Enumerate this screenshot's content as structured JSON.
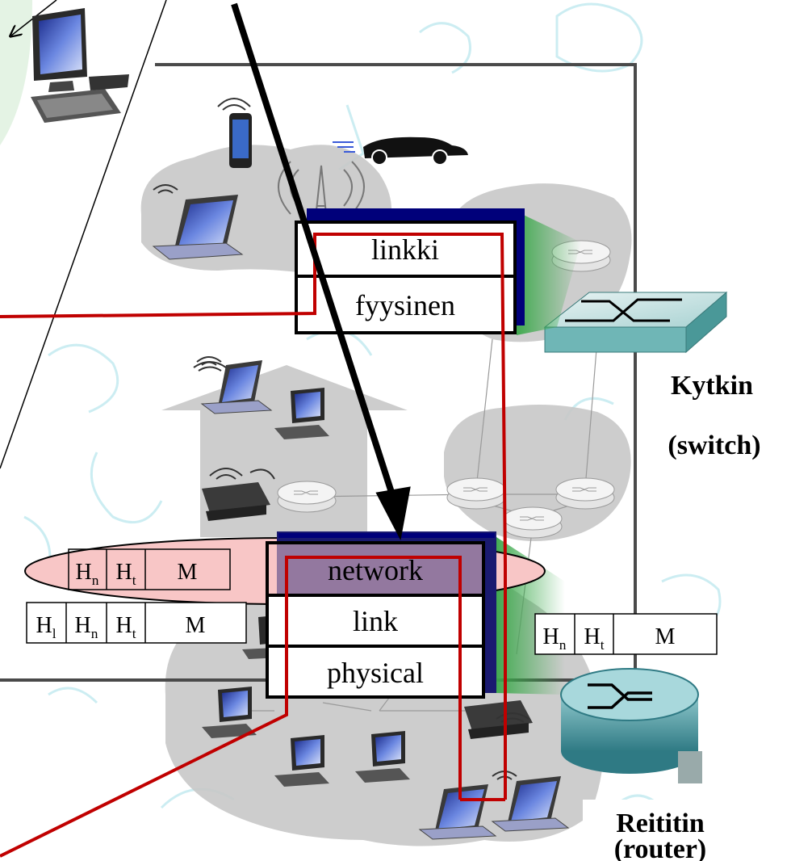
{
  "switch_stack": {
    "layers": [
      "linkki",
      "fyysinen"
    ]
  },
  "router_stack": {
    "layers": [
      "network",
      "link",
      "physical"
    ]
  },
  "switch_label": {
    "line1": "Kytkin",
    "line2": "(switch)"
  },
  "router_label": {
    "line1": "Reititin",
    "line2": "(router)"
  },
  "datagram_pink": {
    "cells": [
      {
        "main": "H",
        "sub": "n"
      },
      {
        "main": "H",
        "sub": "t"
      },
      {
        "main": "M",
        "sub": ""
      }
    ]
  },
  "frame_left": {
    "cells": [
      {
        "main": "H",
        "sub": "l"
      },
      {
        "main": "H",
        "sub": "n"
      },
      {
        "main": "H",
        "sub": "t"
      },
      {
        "main": "M",
        "sub": ""
      }
    ]
  },
  "datagram_right": {
    "cells": [
      {
        "main": "H",
        "sub": "n"
      },
      {
        "main": "H",
        "sub": "t"
      },
      {
        "main": "M",
        "sub": ""
      }
    ]
  },
  "colors": {
    "path_red": "#c00000",
    "stack_shadow": "#00007a",
    "datagram_fill": "#f8c6c6",
    "cloud_gray": "#c8c8c8",
    "switch_teal": "#6fb6b6",
    "router_teal": "#3f8f98"
  }
}
